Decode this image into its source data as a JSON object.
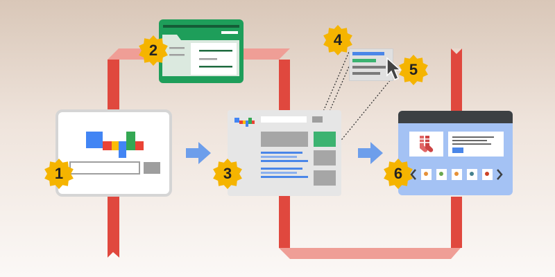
{
  "colors": {
    "ribbon_red": "#e0483e",
    "ribbon_pink": "#ef9e96",
    "google_blue": "#4285f4",
    "google_red": "#ea4335",
    "google_yellow": "#fbbc05",
    "google_green": "#34a853",
    "sheet_green": "#1e9e5a",
    "badge_gold": "#f5b400",
    "arrow_blue": "#6d9eeb"
  },
  "steps": [
    {
      "number": "1",
      "icon": "search-box-icon"
    },
    {
      "number": "2",
      "icon": "spreadsheet-icon"
    },
    {
      "number": "3",
      "icon": "search-results-icon"
    },
    {
      "number": "4",
      "icon": "ad-popup-icon"
    },
    {
      "number": "5",
      "icon": "cursor-icon"
    },
    {
      "number": "6",
      "icon": "product-page-icon"
    }
  ]
}
